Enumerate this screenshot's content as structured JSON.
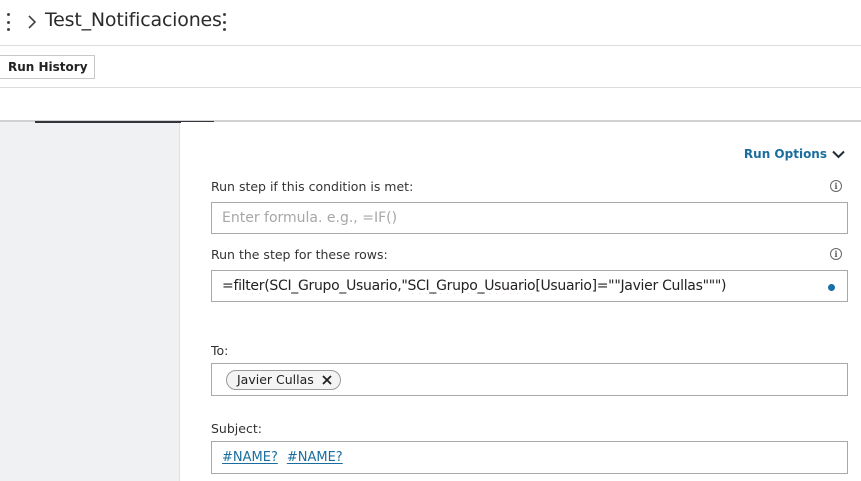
{
  "header": {
    "title": "Test_Notificaciones"
  },
  "toolbar": {
    "run_history_label": "Run History"
  },
  "panel": {
    "run_options_label": "Run Options",
    "condition": {
      "label": "Run step if this condition is met:",
      "placeholder": "Enter formula. e.g., =IF()",
      "value": ""
    },
    "rows": {
      "label": "Run the step for these rows:",
      "formula_prefix": "=",
      "formula_func": "filter",
      "formula_part1": "(SCI_Grupo_Usuario,\"",
      "formula_ref": "SCI_Grupo_Usuario",
      "formula_part2": "[Usuario]=\"\"Javier Cullas\"\"\")"
    },
    "to": {
      "label": "To:",
      "recipients": [
        "Javier Cullas"
      ]
    },
    "subject": {
      "label": "Subject:",
      "tokens": [
        "#NAME?",
        "#NAME?"
      ]
    }
  },
  "icons": {
    "info": "info-icon",
    "status_dot_color": "#1b6fa8",
    "accent": "#1a6e9f"
  }
}
